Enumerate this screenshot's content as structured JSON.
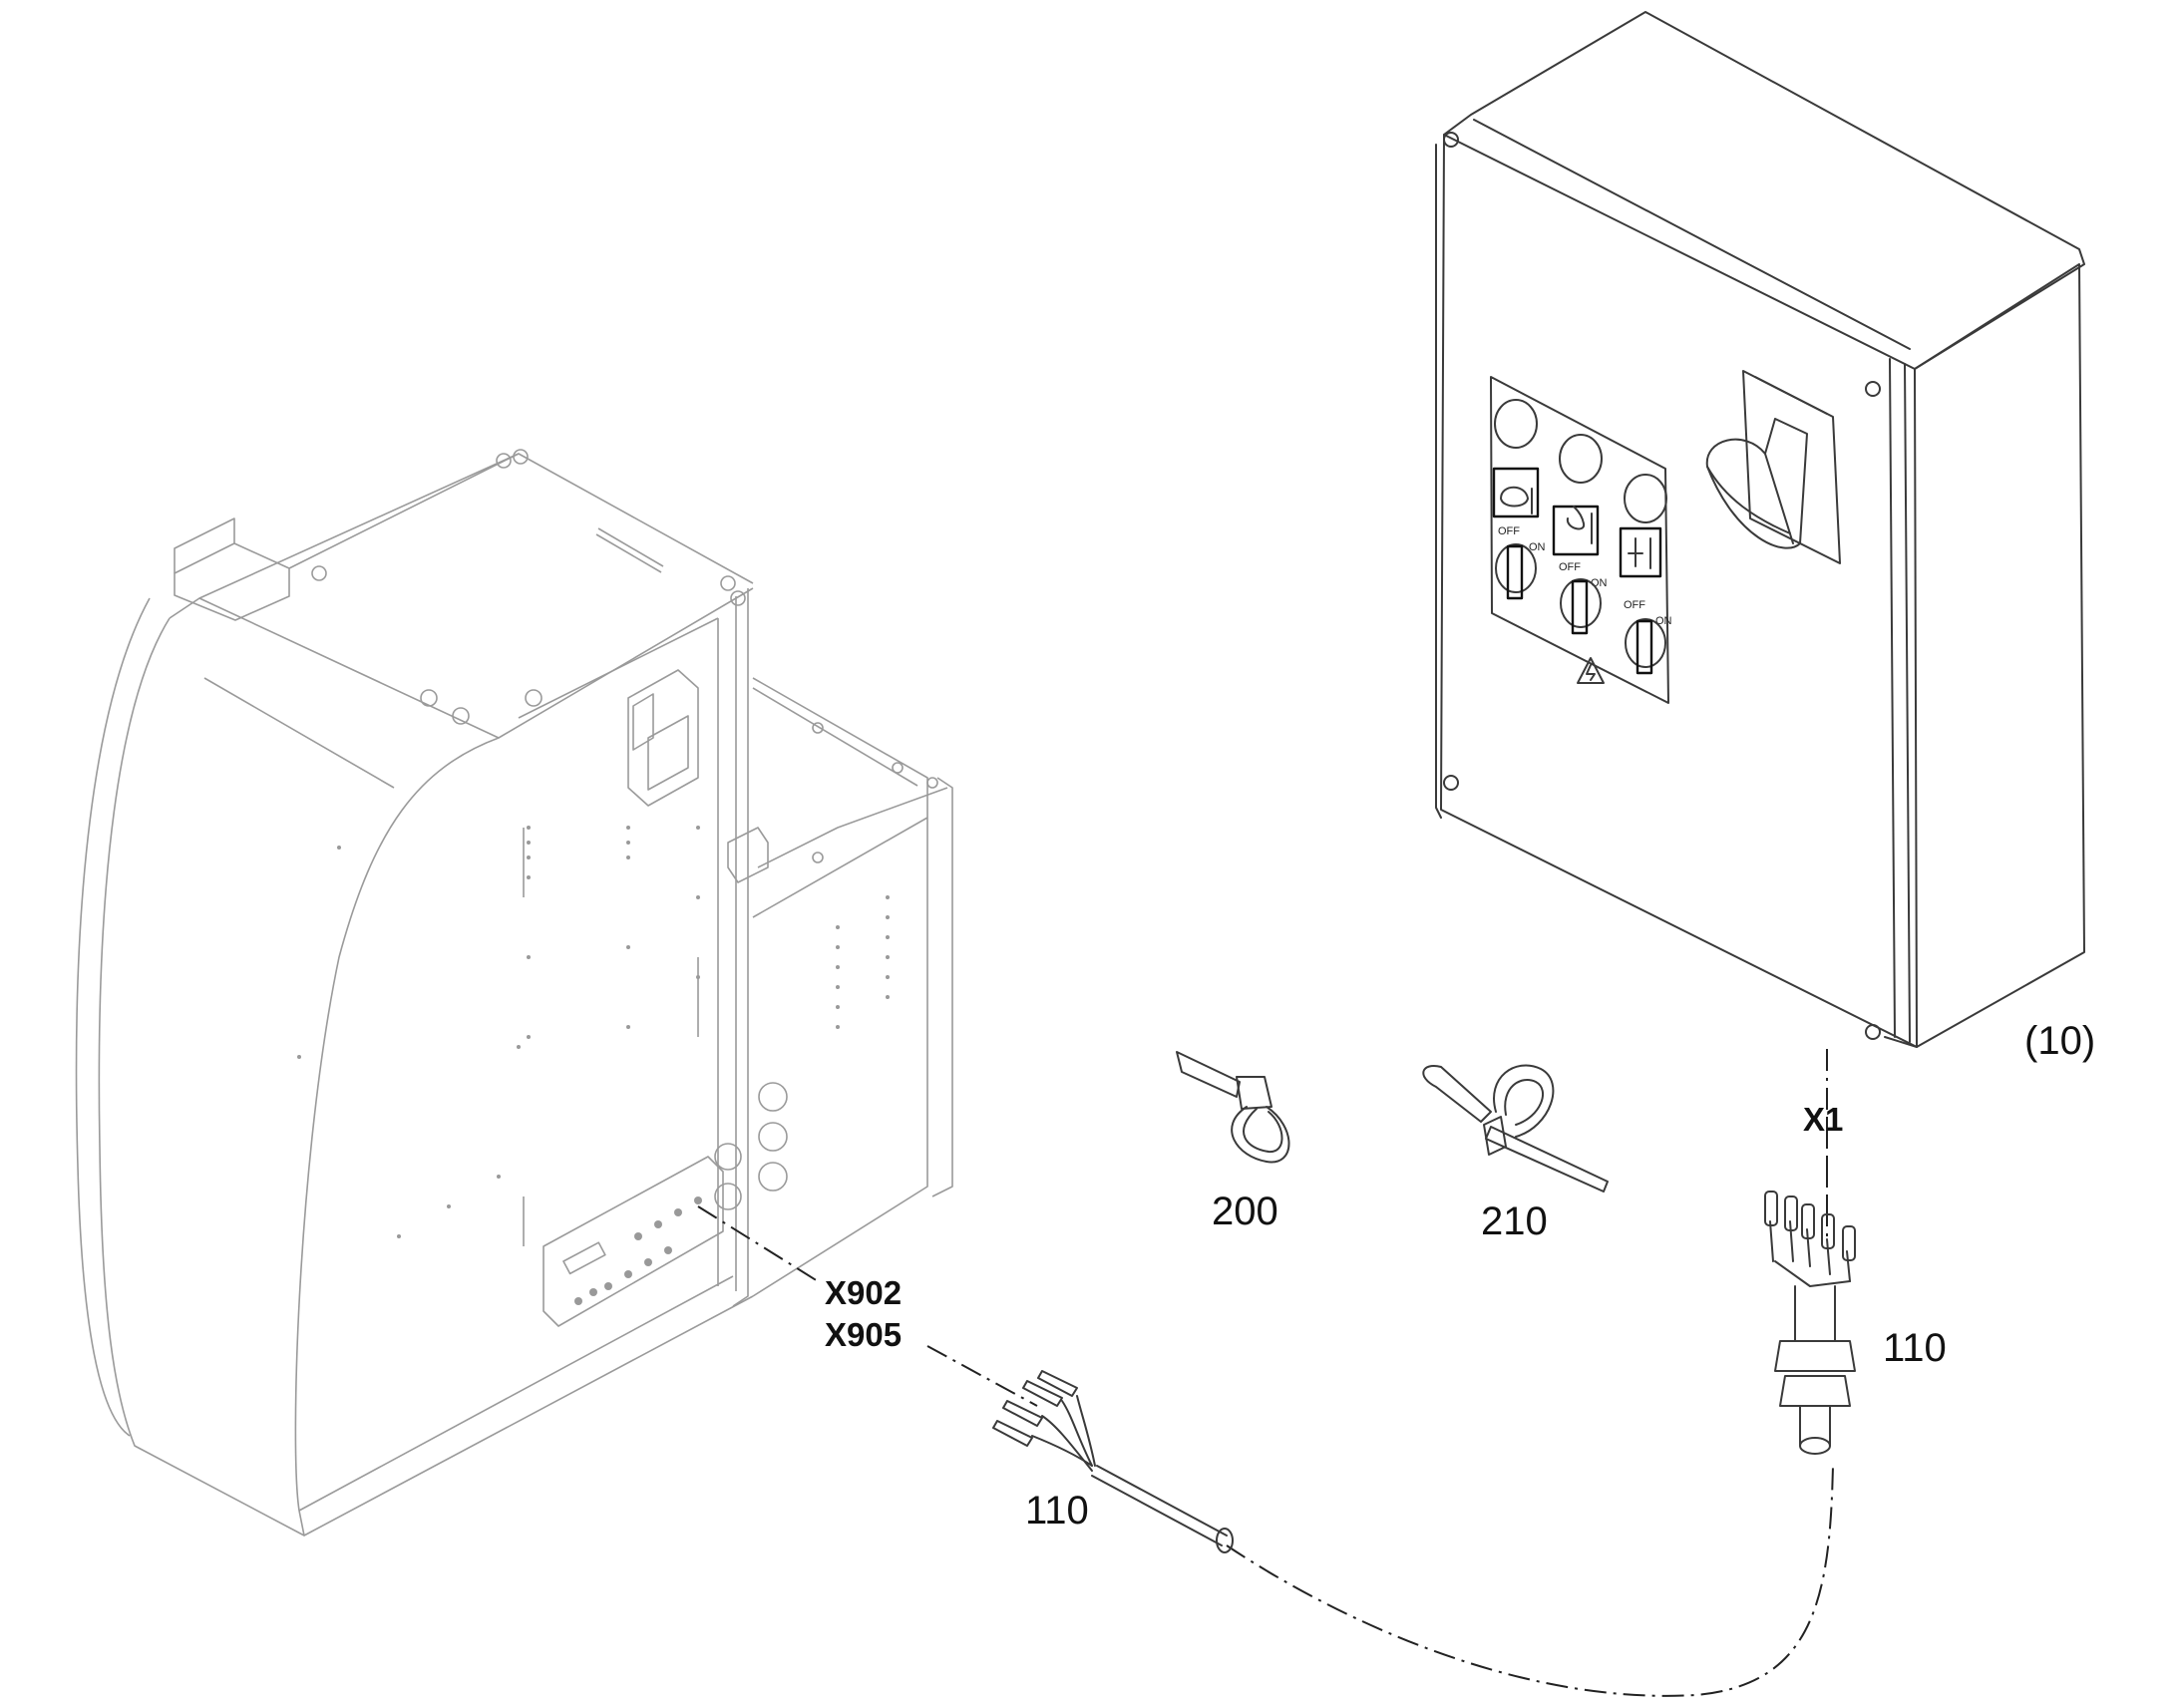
{
  "labels": {
    "box_ref": "(10)",
    "connector_x1": "X1",
    "connector_x902": "X902",
    "connector_x905": "X905",
    "cable_left": "110",
    "cable_right": "110",
    "cable_tie": "200",
    "clip": "210"
  },
  "panel": {
    "switch_off": "OFF",
    "switch_on": "ON"
  },
  "colors": {
    "line": "#3a3a3a",
    "light_line": "#9a9a9a",
    "text": "#111111"
  },
  "icons": [
    "control-box",
    "machine-housing",
    "indicator-lamp",
    "rotary-switch",
    "main-switch",
    "cable-harness",
    "cable-gland",
    "cable-tie",
    "cable-clip",
    "warning-icon"
  ]
}
